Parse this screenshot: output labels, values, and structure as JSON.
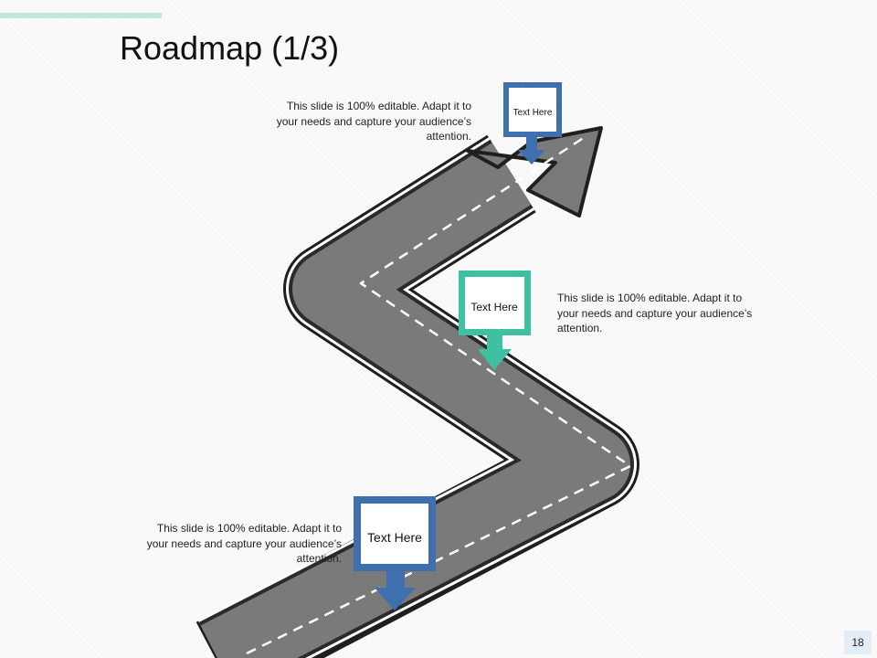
{
  "slide": {
    "title": "Roadmap (1/3)",
    "page_number": "18"
  },
  "milestones": [
    {
      "label": "Text Here",
      "description": "This slide is 100% editable. Adapt it to your needs and capture your audience’s attention.",
      "color": "#3f6fae"
    },
    {
      "label": "Text Here",
      "description": "This slide is 100% editable. Adapt it to your needs and capture your audience’s attention.",
      "color": "#3fc0a0"
    },
    {
      "label": "Text Here",
      "description": "This slide is 100% editable. Adapt it to your needs and capture your audience’s attention.",
      "color": "#3f6fae"
    }
  ],
  "colors": {
    "road": "#7a7a7a",
    "road_edge": "#1f1f1f",
    "accent": "#bfe9e0"
  }
}
